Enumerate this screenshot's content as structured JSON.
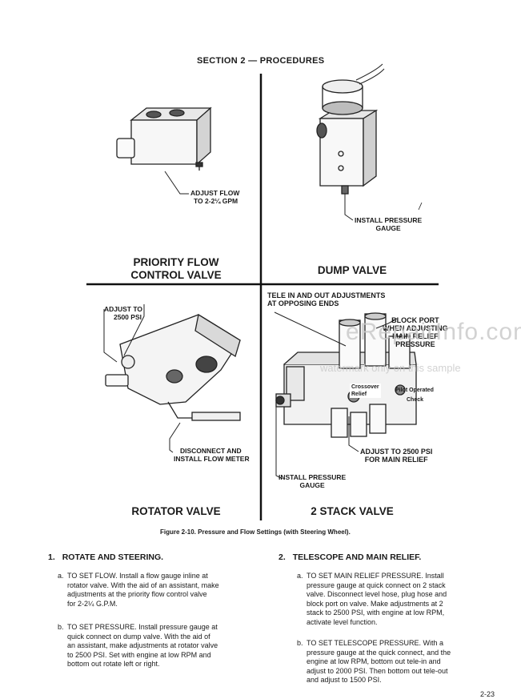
{
  "section_title": "SECTION 2 — PROCEDURES",
  "figures": {
    "priority": {
      "callout": [
        "ADJUST FLOW",
        "TO 2-2¼ GPM"
      ],
      "title": [
        "PRIORITY FLOW",
        "CONTROL VALVE"
      ]
    },
    "dump": {
      "callout": [
        "INSTALL PRESSURE",
        "GAUGE"
      ],
      "title": "DUMP VALVE"
    },
    "rotator": {
      "callout_top": [
        "ADJUST TO",
        "2500 PSI"
      ],
      "callout_bottom": [
        "DISCONNECT AND",
        "INSTALL FLOW METER"
      ],
      "title": "ROTATOR VALVE"
    },
    "stack": {
      "callout_tele": [
        "TELE IN AND OUT ADJUSTMENTS",
        "AT OPPOSING ENDS"
      ],
      "callout_block": [
        "BLOCK PORT",
        "WHEN ADJUSTING",
        "MAIN RELIEF",
        "PRESSURE"
      ],
      "label_crossover": [
        "Crossover",
        "Relief"
      ],
      "label_pilot": [
        "Pilot Operated",
        "Check"
      ],
      "callout_adjust": [
        "ADJUST TO 2500 PSI",
        "FOR MAIN RELIEF"
      ],
      "callout_gauge": [
        "INSTALL PRESSURE",
        "GAUGE"
      ],
      "title": "2 STACK VALVE"
    }
  },
  "figure_caption": "Figure 2-10. Pressure and Flow Settings (with Steering Wheel).",
  "sections": [
    {
      "number": "1.",
      "heading": "ROTATE AND STEERING.",
      "items": [
        {
          "letter": "a.",
          "lines": [
            "TO SET FLOW. Install a flow gauge inline at",
            "rotator valve. With the aid of an assistant, make",
            "adjustments at the priority flow control valve",
            "for 2-2¼ G.P.M."
          ]
        },
        {
          "letter": "b.",
          "lines": [
            "TO SET PRESSURE. Install pressure gauge at",
            "quick connect on dump valve. With the aid of",
            "an assistant, make adjustments at rotator valve",
            "to 2500 PSI. Set with engine at low RPM and",
            "bottom out rotate left or right."
          ]
        }
      ]
    },
    {
      "number": "2.",
      "heading": "TELESCOPE AND MAIN RELIEF.",
      "items": [
        {
          "letter": "a.",
          "lines": [
            "TO SET MAIN RELIEF PRESSURE. Install",
            "pressure gauge at quick connect on 2 stack",
            "valve. Disconnect level hose, plug hose and",
            "block port on valve. Make adjustments at 2",
            "stack to 2500 PSI, with engine at low RPM,",
            "activate level function."
          ]
        },
        {
          "letter": "b.",
          "lines": [
            "TO SET TELESCOPE PRESSURE. With a",
            "pressure gauge at the quick connect, and the",
            "engine at low RPM, bottom out tele-in and",
            "adjust to 2000 PSI. Then bottom out tele-out",
            "and adjust to 1500 PSI."
          ]
        }
      ]
    }
  ],
  "watermark": {
    "main": "eRepairInfo.com",
    "sub": "watermark only on this sample"
  },
  "page_number": "2-23"
}
